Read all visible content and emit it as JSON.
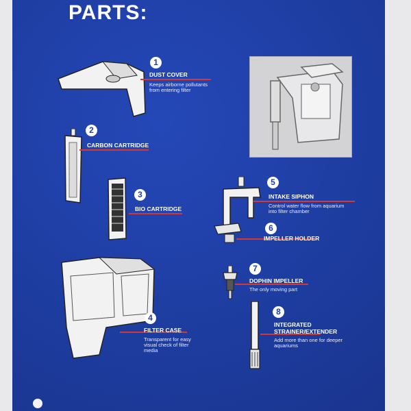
{
  "title": "PARTS:",
  "parts": [
    {
      "num": "1",
      "name": "DUST COVER",
      "desc": [
        "Keeps airborne pollutants",
        "from entering filter"
      ]
    },
    {
      "num": "2",
      "name": "CARBON CARTRIDGE",
      "desc": []
    },
    {
      "num": "3",
      "name": "BIO CARTRIDGE",
      "desc": []
    },
    {
      "num": "4",
      "name": "FILTER CASE",
      "desc": [
        "Transparent for easy",
        "visual check of filter",
        "media"
      ]
    },
    {
      "num": "5",
      "name": "INTAKE SIPHON",
      "desc": [
        "Control water flow from aquarium",
        "into filter chamber"
      ]
    },
    {
      "num": "6",
      "name": "IMPELLER HOLDER",
      "desc": []
    },
    {
      "num": "7",
      "name": "DOPHIN IMPELLER",
      "desc": [
        "The only moving part"
      ]
    },
    {
      "num": "8",
      "name": "INTEGRATED",
      "name2": "STRAINER/EXTENDER",
      "desc": [
        "Add more than one for deeper",
        "aquariums"
      ]
    }
  ],
  "colors": {
    "background": "#1f3fa6",
    "accent": "#d6372f",
    "text": "#ffffff"
  }
}
